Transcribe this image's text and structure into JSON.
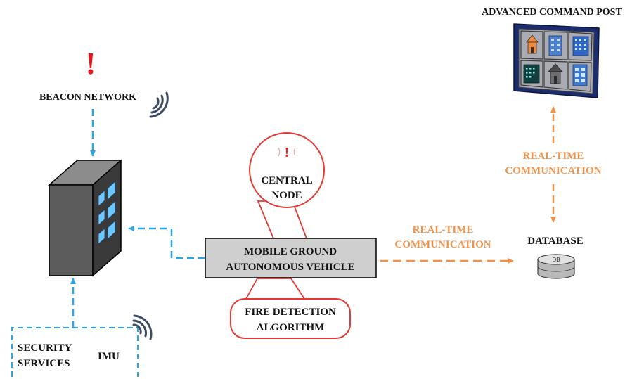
{
  "labels": {
    "beacon_network": "BEACON NETWORK",
    "beacon_alert": "!",
    "advanced_command_post": "ADVANCED COMMAND POST",
    "central_node_alert": "!",
    "central_node_line1": "CENTRAL",
    "central_node_line2": "NODE",
    "vehicle_line1": "MOBILE GROUND",
    "vehicle_line2": "AUTONOMOUS VEHICLE",
    "fire_line1": "FIRE DETECTION",
    "fire_line2": "ALGORITHM",
    "comm_right_line1": "REAL-TIME",
    "comm_right_line2": "COMMUNICATION",
    "comm_up_line1": "REAL-TIME",
    "comm_up_line2": "COMMUNICATION",
    "database": "DATABASE",
    "db_badge": "DB",
    "security_line1": "SECURITY",
    "security_line2": "SERVICES",
    "imu": "IMU"
  },
  "colors": {
    "alert_red": "#e8141b",
    "node_red": "#e53935",
    "link_blue": "#2ea3e8",
    "link_orange": "#f0924a",
    "text_dark": "#111111",
    "vehicle_fill": "#cfcfcf",
    "building_front": "#5c5c5c",
    "building_side": "#3a3a3a",
    "building_top": "#8c8c8c",
    "window_blue": "#6cc6ff",
    "monitor_frame": "#1c2d6e",
    "monitor_panel": "#a9acb3"
  },
  "icons": [
    "wifi-signal-icon",
    "building-icon",
    "monitor-icon",
    "house-icon",
    "database-icon",
    "alert-icon"
  ]
}
